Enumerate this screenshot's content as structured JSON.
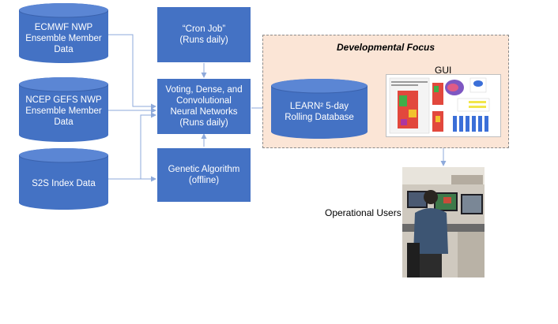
{
  "sources": {
    "ecmwf": "ECMWF NWP\nEnsemble Member\nData",
    "ncep": "NCEP GEFS  NWP\nEnsemble Member\nData",
    "s2s": "S2S Index Data"
  },
  "boxes": {
    "cron": "“Cron Job”\n(Runs daily)",
    "networks": "Voting, Dense, and\nConvolutional\nNeural Networks\n(Runs daily)",
    "genetic": "Genetic  Algorithm\n(offline)"
  },
  "focus": {
    "title": "Developmental Focus",
    "database": "LEARN² 5-day\nRolling Database",
    "gui_label": "GUI"
  },
  "users": {
    "label": "Operational Users"
  },
  "colors": {
    "box_blue": "#4472c4",
    "focus_bg": "#fbe5d6",
    "connector": "#8eaadb"
  }
}
